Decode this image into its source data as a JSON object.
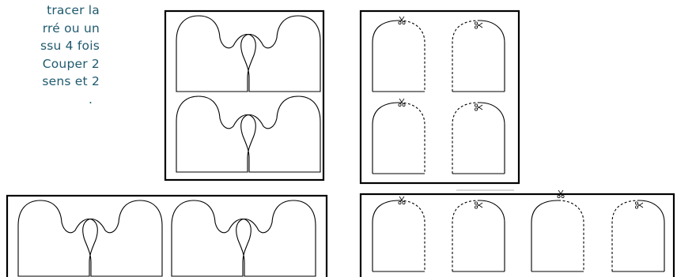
{
  "instructions": {
    "lines": [
      "tracer la",
      "rré ou un",
      "ssu 4 fois",
      "Couper 2",
      "sens et 2",
      "."
    ],
    "color": "#1f5a6e"
  },
  "figures": [
    {
      "name": "panel-four-mittens-stacked",
      "content": "mitten-outlines"
    },
    {
      "name": "panel-four-mittens-cut-stacked",
      "content": "mitten-cut-outlines-with-scissors"
    },
    {
      "name": "panel-four-mittens-row",
      "content": "mitten-outlines"
    },
    {
      "name": "panel-four-mittens-cut-row",
      "content": "mitten-cut-outlines-with-scissors"
    }
  ],
  "icons": [
    "scissors-icon"
  ]
}
